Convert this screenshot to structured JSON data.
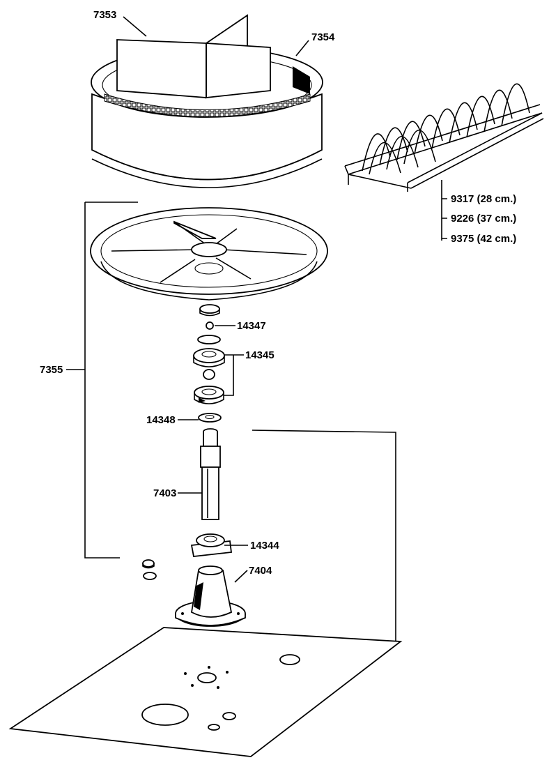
{
  "labels": {
    "l7353": "7353",
    "l7354": "7354",
    "l9317": "9317 (28 cm.)",
    "l9226": "9226 (37 cm.)",
    "l9375": "9375 (42 cm.)",
    "l14347": "14347",
    "l14345": "14345",
    "l7355": "7355",
    "l14348": "14348",
    "l7403": "7403",
    "l14344": "14344",
    "l7404": "7404"
  }
}
